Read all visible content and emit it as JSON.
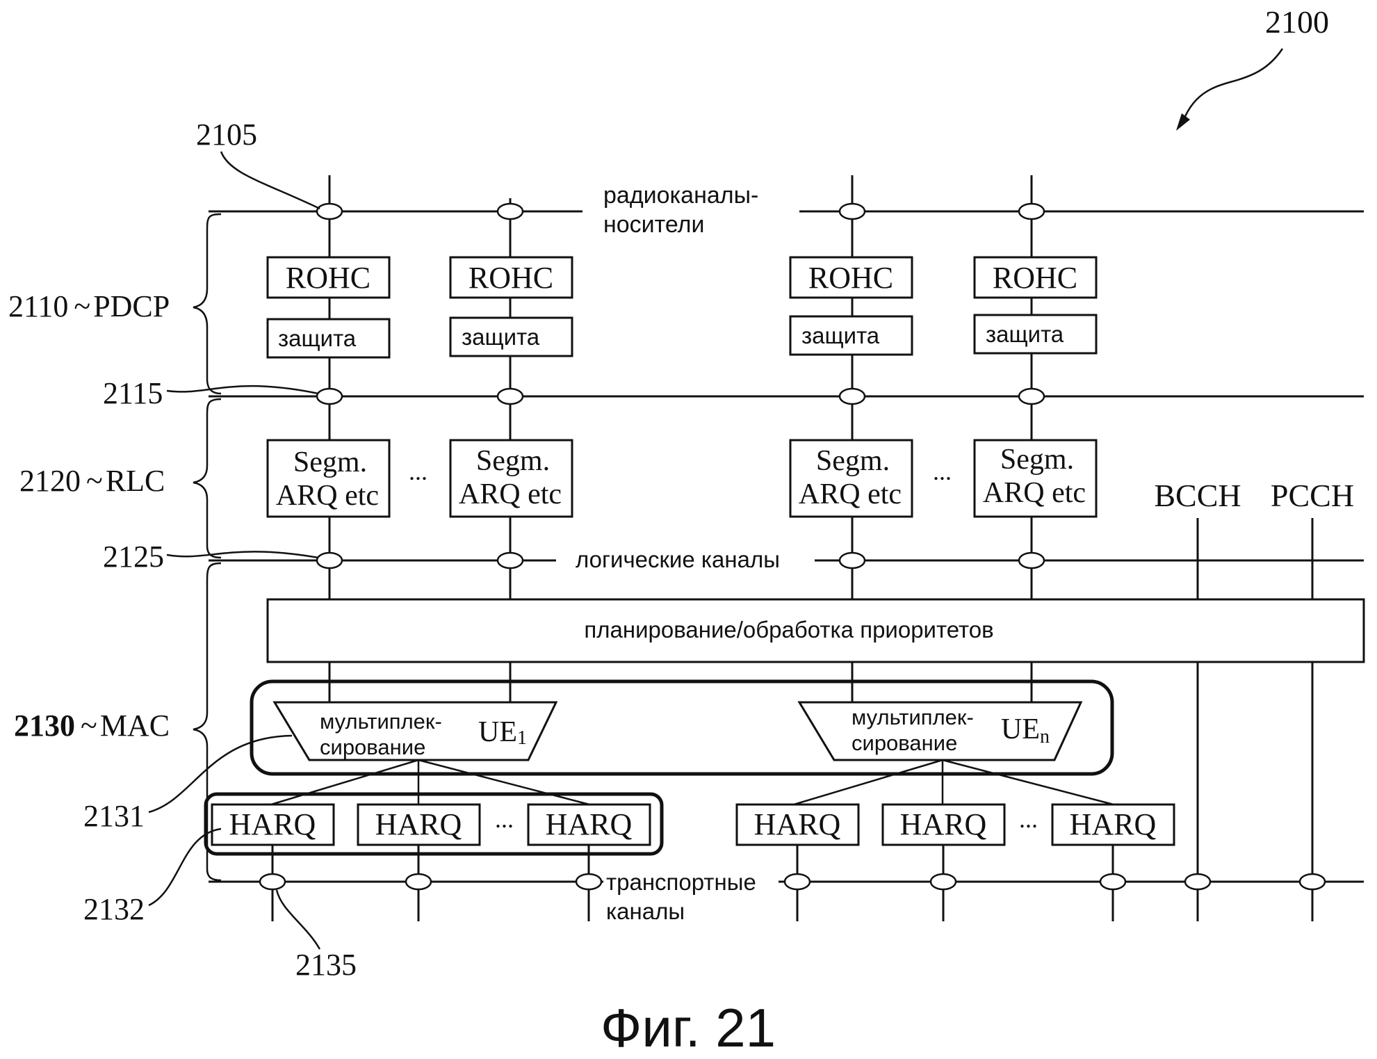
{
  "figure": {
    "ref": "2100",
    "caption": "Фиг. 21"
  },
  "refs": {
    "r2105": "2105",
    "r2115": "2115",
    "r2125": "2125",
    "r2131": "2131",
    "r2132": "2132",
    "r2135": "2135"
  },
  "layers": {
    "pdcp": {
      "ref": "2110",
      "name": "PDCP"
    },
    "rlc": {
      "ref": "2120",
      "name": "RLC"
    },
    "mac": {
      "ref": "2130",
      "name": "MAC"
    }
  },
  "labels": {
    "radio_bearers_1": "радиоканалы-",
    "radio_bearers_2": "носители",
    "logical_channels": "логические каналы",
    "transport_channels_1": "транспортные",
    "transport_channels_2": "каналы",
    "scheduling": "планирование/обработка приоритетов",
    "ellipsis": "..."
  },
  "blocks": {
    "rohc": "ROHC",
    "security": "защита",
    "segm_1": "Segm.",
    "segm_2": "ARQ etc",
    "harq": "HARQ",
    "mux_1": "мультиплек-",
    "mux_2": "сирование",
    "ue_1": "UE",
    "ue_1_sub": "1",
    "ue_n": "UE",
    "ue_n_sub": "n"
  },
  "channels": {
    "bcch": "BCCH",
    "pcch": "PCCH"
  }
}
